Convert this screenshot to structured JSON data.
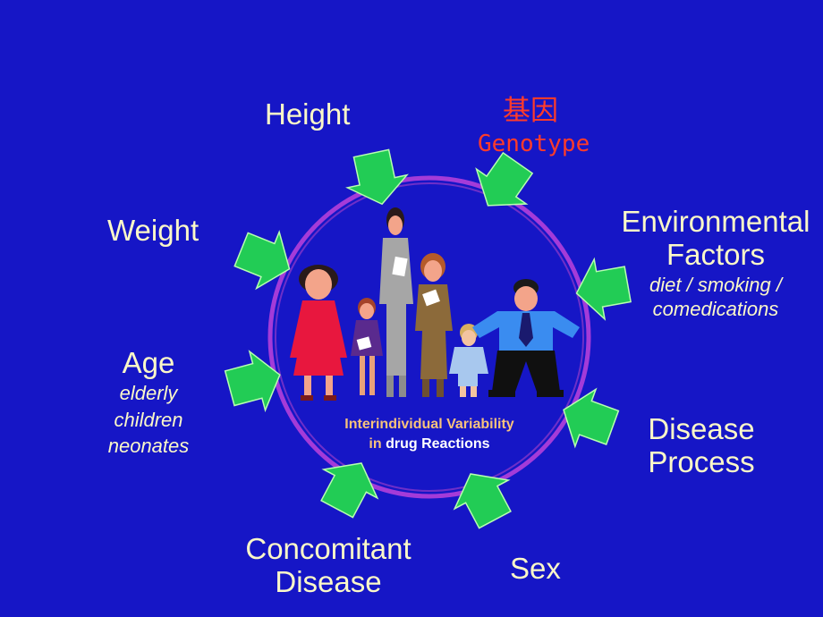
{
  "colors": {
    "background": "#1616c6",
    "label_text": "#fbf8c8",
    "genotype_text": "#ff3b2a",
    "arrow_fill": "#22cc55",
    "ring_stroke": "#a43bd8",
    "center_line1": "#f7c27c",
    "center_line2": "#ffffff"
  },
  "labels": {
    "height": "Height",
    "genotype_cn": "基因",
    "genotype_en": "Genotype",
    "weight": "Weight",
    "environmental": "Environmental",
    "factors": "Factors",
    "env_detail1": "diet / smoking /",
    "env_detail2": "comedications",
    "age": "Age",
    "age_detail1": "elderly",
    "age_detail2": "children",
    "age_detail3": "neonates",
    "disease": "Disease",
    "process": "Process",
    "concomitant": "Concomitant",
    "concomitant_disease": "Disease",
    "sex": "Sex"
  },
  "center": {
    "line1": "Interindividual Variability",
    "line2_prefix": "in ",
    "line2_rest": "drug Reactions"
  },
  "icons": {
    "arrows": "block-arrow-icon",
    "people": "people-group-icon"
  }
}
